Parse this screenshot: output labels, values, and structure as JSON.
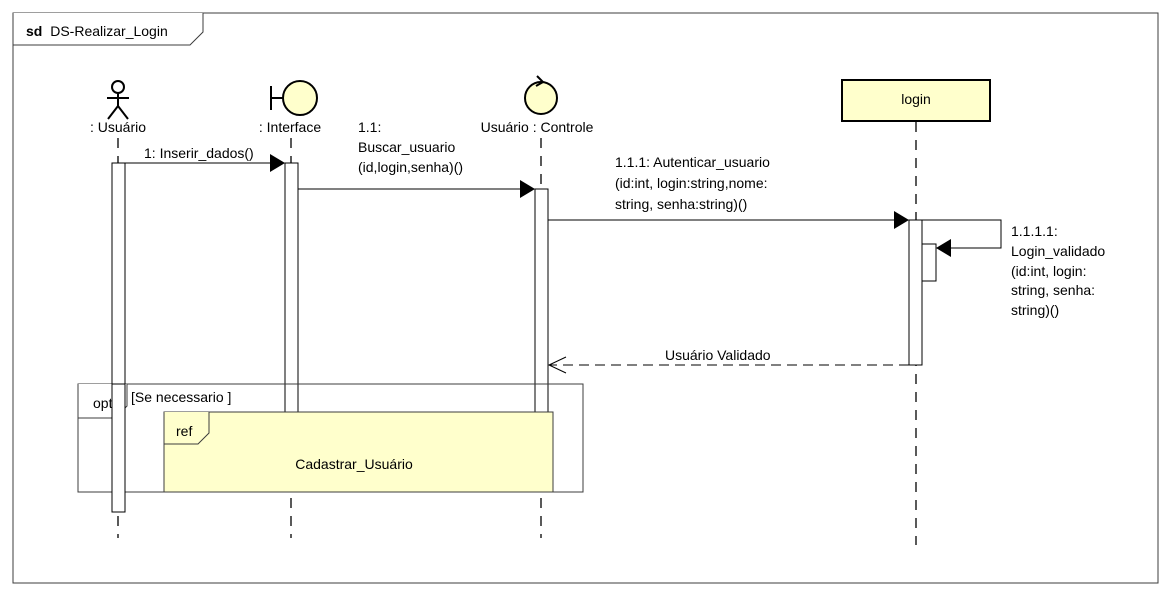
{
  "frame": {
    "keyword": "sd",
    "name": "DS-Realizar_Login"
  },
  "lifelines": {
    "usuario": {
      "label": ": Usuário",
      "icon": "actor-icon"
    },
    "interface": {
      "label": ": Interface",
      "icon": "boundary-icon"
    },
    "controle": {
      "label": "Usuário : Controle",
      "icon": "control-icon"
    },
    "login": {
      "label": "login"
    }
  },
  "messages": {
    "m1": {
      "lines": [
        "1: Inserir_dados()"
      ]
    },
    "m11": {
      "lines": [
        "1.1:",
        "Buscar_usuario",
        "(id,login,senha)()"
      ]
    },
    "m111": {
      "lines": [
        "1.1.1: Autenticar_usuario",
        "(id:int, login:string,nome:",
        "string, senha:string)()"
      ]
    },
    "m1111": {
      "lines": [
        "1.1.1.1:",
        "Login_validado",
        "(id:int, login:",
        "string, senha:",
        "string)()"
      ]
    },
    "reply": {
      "lines": [
        "Usuário Validado"
      ]
    }
  },
  "fragments": {
    "opt": {
      "operator": "opt",
      "guard": "[Se necessario ]"
    },
    "ref": {
      "operator": "ref",
      "target": "Cadastrar_Usuário"
    }
  },
  "colors": {
    "element_fill": "#FFFFCC",
    "stroke": "#000000",
    "frame_stroke": "#3C3C3C"
  }
}
